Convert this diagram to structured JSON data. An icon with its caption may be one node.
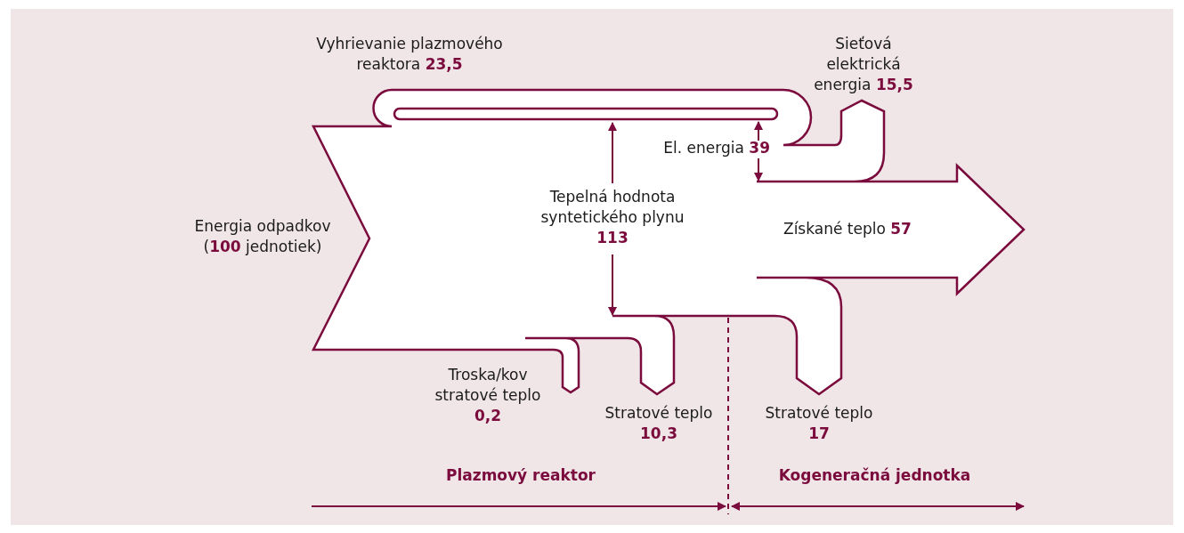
{
  "diagram": {
    "labels": [
      "Vyhrievanie plazmového reaktora **23,5**",
      "Sieťová elektrická energia **15,5**",
      "El. energia **39**",
      "Energia odpadkov (**100** jednotiek)",
      "Tepelná hodnota syntetického plynu **113**",
      "Získané teplo **57**",
      "Troska/kov stratové teplo **0,2**",
      "Stratové teplo **10,3**",
      "Stratové teplo **17**",
      "Plazmový reaktor",
      "Kogeneračná jednotka"
    ]
  }
}
